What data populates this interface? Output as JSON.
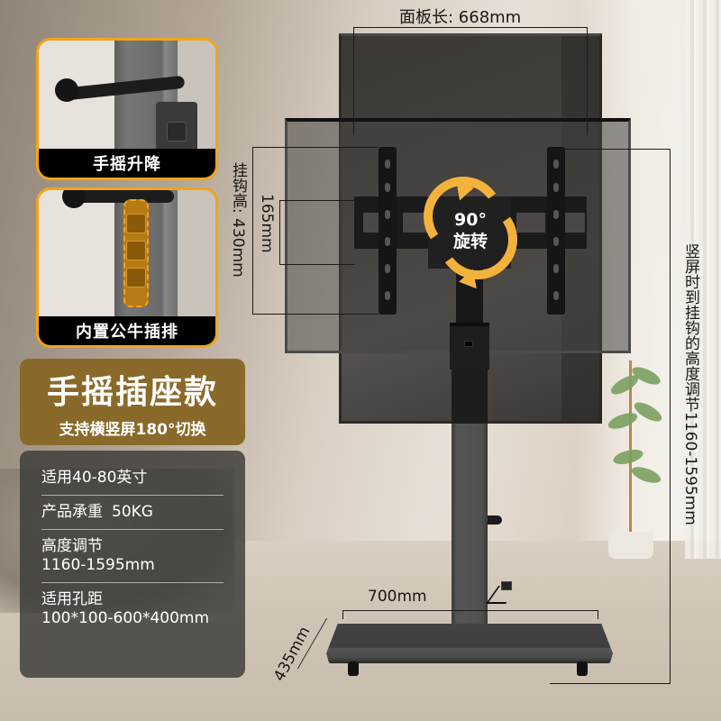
{
  "features": [
    {
      "caption": "手摇升降",
      "image": "hand-crank-lift"
    },
    {
      "caption": "内置公牛插排",
      "image": "built-in-power-strip"
    }
  ],
  "model": {
    "title": "手摇插座款",
    "subtitle": "支持横竖屏180°切换"
  },
  "specs": [
    {
      "label": "适用40-80英寸",
      "value": ""
    },
    {
      "label": "产品承重",
      "value": "50KG"
    },
    {
      "label": "高度调节",
      "value": "1160-1595mm"
    },
    {
      "label": "适用孔距",
      "value": "100*100-600*400mm"
    }
  ],
  "dimensions": {
    "panel_length": "面板长: 668mm",
    "hook_height": "挂钩高: 430mm",
    "bracket_height": "165mm",
    "vertical_hook_range": "竖屏时到挂钩的高度调节1160-1595mm",
    "base_width": "700mm",
    "base_depth": "435mm"
  },
  "rotation": {
    "angle": "90°",
    "label": "旋转"
  },
  "colors": {
    "accent_orange": "#f0a51b",
    "arrow_orange": "#f3b23b",
    "model_brown": "#8a6a2a",
    "spec_gray": "#3c3a38",
    "stand_black": "#1a1a1a"
  }
}
